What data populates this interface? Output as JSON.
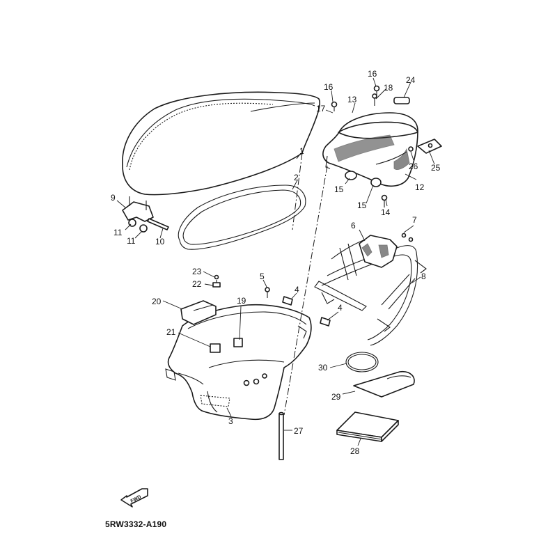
{
  "diagram_code": "5RW3332-A190",
  "fwd_label": "FWD",
  "callouts": [
    "1",
    "2",
    "3",
    "4",
    "4",
    "5",
    "6",
    "7",
    "8",
    "9",
    "10",
    "11",
    "11",
    "12",
    "13",
    "14",
    "15",
    "15",
    "16",
    "16",
    "17",
    "18",
    "19",
    "20",
    "21",
    "22",
    "23",
    "24",
    "25",
    "26",
    "27",
    "28",
    "29",
    "30"
  ],
  "icons": {
    "forward_arrow": "fwd-arrow-icon"
  },
  "colors": {
    "line": "#1a1a1a",
    "background": "#ffffff"
  }
}
